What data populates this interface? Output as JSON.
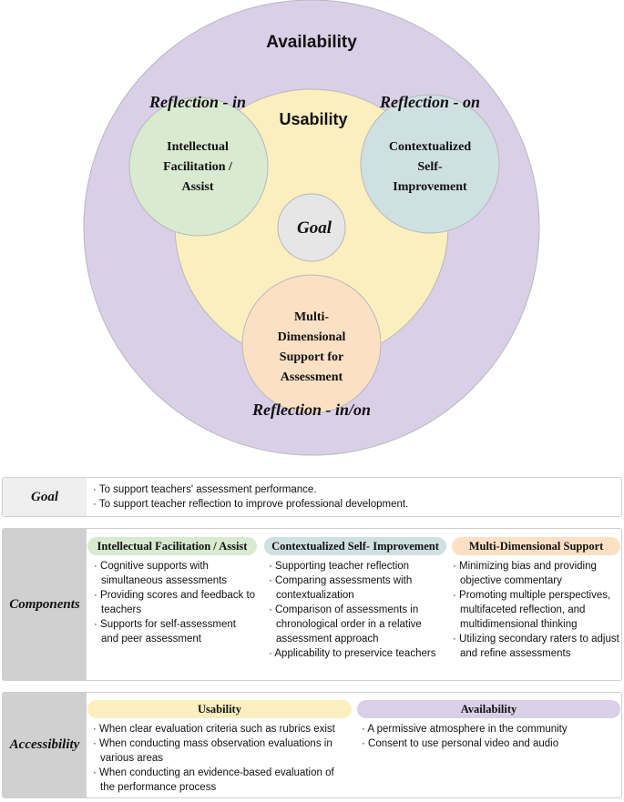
{
  "diagram": {
    "outer_label": "Availability",
    "middle_label": "Usability",
    "center_label": "Goal",
    "circle_left": [
      "Intellectual",
      "Facilitation /",
      "Assist"
    ],
    "circle_right": [
      "Contextualized",
      "Self-",
      "Improvement"
    ],
    "circle_bottom": [
      "Multi-",
      "Dimensional",
      "Support for",
      "Assessment"
    ],
    "reflection_left": "Reflection - in",
    "reflection_right": "Reflection - on",
    "reflection_bottom": "Reflection - in/on",
    "colors": {
      "outer": "#d9d0e8",
      "middle": "#fcefbf",
      "left": "#d8ead0",
      "right": "#cfe0e2",
      "bottom": "#fbe0c4",
      "center": "#e6e6e6",
      "outline": "#b8b8b8"
    }
  },
  "goal": {
    "label": "Goal",
    "items": [
      "· To support teachers' assessment performance.",
      "· To support teacher reflection to improve professional development."
    ]
  },
  "components": {
    "label": "Components",
    "columns": [
      {
        "title": "Intellectual Facilitation / Assist",
        "color": "#d8ead0",
        "items": [
          "· Cognitive supports with simultaneous assessments",
          "· Providing scores and feedback to teachers",
          "· Supports for self-assessment and peer assessment"
        ]
      },
      {
        "title": "Contextualized Self- Improvement",
        "color": "#cfe0e2",
        "items": [
          "· Supporting teacher reflection",
          "· Comparing assessments with contextualization",
          "· Comparison of assessments in chronological order in a relative assessment approach",
          "· Applicability to preservice teachers"
        ]
      },
      {
        "title": "Multi-Dimensional Support",
        "color": "#fbe0c4",
        "items": [
          "· Minimizing bias and providing objective commentary",
          "· Promoting multiple perspectives, multifaceted reflection, and multidimensional thinking",
          "· Utilizing secondary raters to adjust and refine assessments"
        ]
      }
    ]
  },
  "accessibility": {
    "label": "Accessibility",
    "columns": [
      {
        "title": "Usability",
        "color": "#fcefbf",
        "items": [
          "· When clear evaluation criteria such as rubrics exist",
          "· When conducting mass observation evaluations in various areas",
          "· When conducting an evidence-based evaluation of the performance process"
        ]
      },
      {
        "title": "Availability",
        "color": "#d9d0e8",
        "items": [
          "· A permissive atmosphere in the community",
          "· Consent to use personal video and audio"
        ]
      }
    ]
  }
}
